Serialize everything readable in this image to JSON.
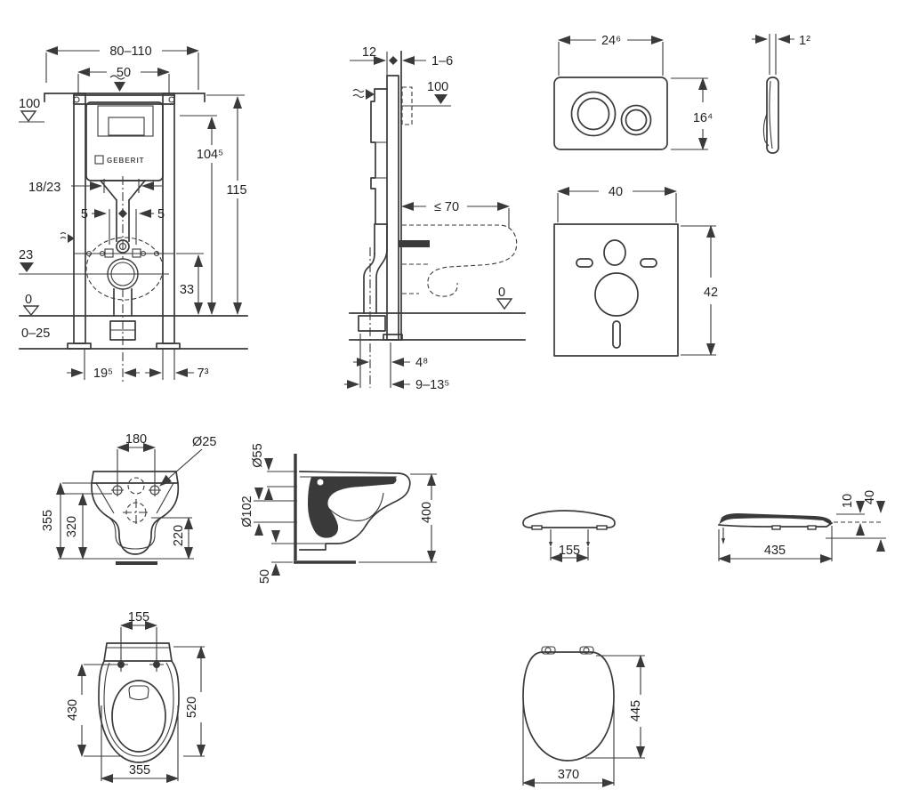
{
  "drawing": {
    "bg": "#ffffff",
    "ink": "#3a3a3a",
    "brand": "GEBERIT"
  },
  "frame_front": {
    "dim_width_range": "80–110",
    "dim_width_plate": "50",
    "dim_level_100": "100",
    "dim_supply": "18/23",
    "dim_offset_left": "5",
    "dim_offset_right": "5",
    "dim_level_23": "23",
    "dim_drain_height": "33",
    "dim_level_0": "0",
    "dim_floor_buildup": "0–25",
    "dim_foot_left": "19⁵",
    "dim_foot_right": "7³",
    "dim_height_frame": "104⁵",
    "dim_height_total": "115"
  },
  "frame_side": {
    "dim_depth": "12",
    "dim_wall_gap": "1–6",
    "dim_level_100": "100",
    "dim_bowl_depth": "≤ 70",
    "dim_level_0": "0",
    "dim_outlet_offset": "4⁸",
    "dim_outlet_range": "9–13⁵"
  },
  "plate_front": {
    "dim_width": "24⁶",
    "dim_height": "16⁴"
  },
  "plate_side": {
    "dim_thickness": "1²"
  },
  "mat": {
    "dim_width": "40",
    "dim_height": "42"
  },
  "bowl_front": {
    "dim_hole_spacing": "180",
    "dim_hole_dia": "Ø25",
    "dim_height": "355",
    "dim_height_inner": "320",
    "dim_outlet_height": "220"
  },
  "bowl_side": {
    "dim_flush_dia": "Ø55",
    "dim_outlet_dia": "Ø102",
    "dim_depth": "400",
    "dim_clearance": "50"
  },
  "seat_front": {
    "dim_hinge_spacing": "155"
  },
  "seat_side": {
    "dim_lid_thickness": "10",
    "dim_height": "40",
    "dim_length": "435"
  },
  "bowl_top": {
    "dim_hole_spacing": "155",
    "dim_inner_depth": "430",
    "dim_depth": "520",
    "dim_width": "355"
  },
  "seat_top": {
    "dim_length": "445",
    "dim_width": "370"
  }
}
